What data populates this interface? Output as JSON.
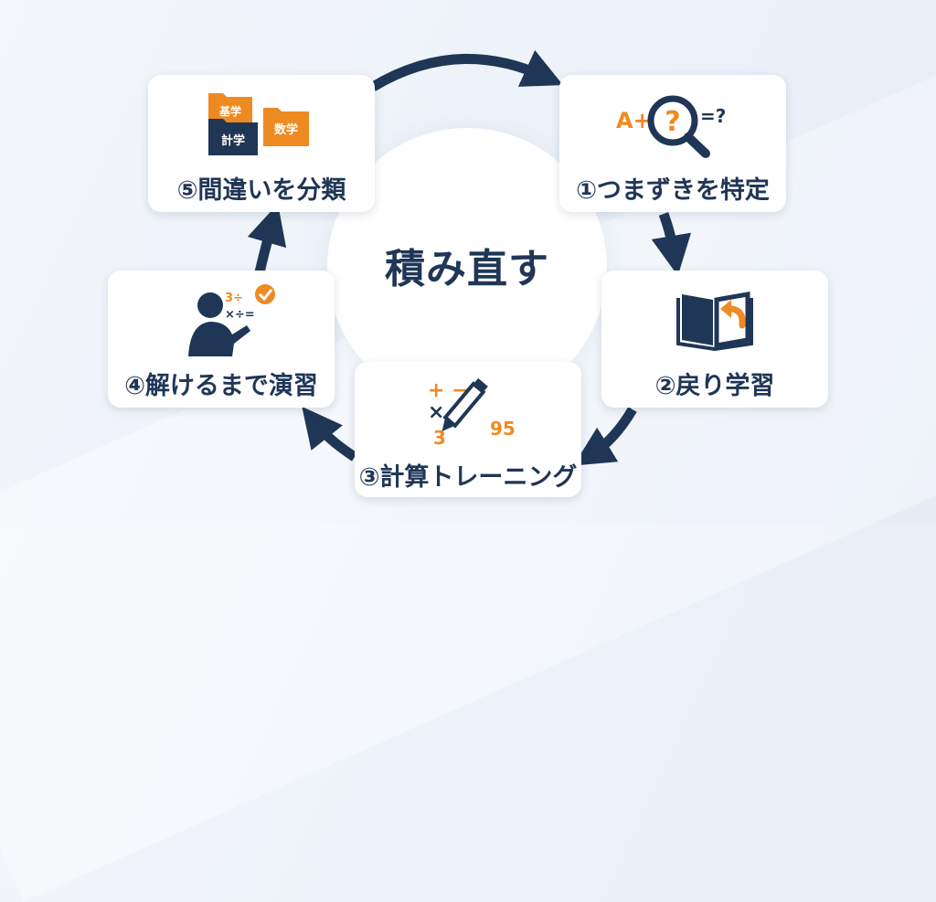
{
  "center": {
    "label": "積み直す"
  },
  "steps": [
    {
      "label": "①つまずきを特定",
      "icon": "magnifier-question-icon",
      "icon_text": {
        "left": "A+",
        "middle": "?",
        "right": "=?"
      }
    },
    {
      "label": "②戻り学習",
      "icon": "book-return-icon"
    },
    {
      "label": "③計算トレーニング",
      "icon": "math-pencil-icon",
      "icon_text": {
        "ops": "+ −",
        "ops2": "× ÷",
        "n1": "3",
        "n2": "95"
      }
    },
    {
      "label": "④解けるまで演習",
      "icon": "student-practice-icon",
      "icon_text": {
        "r1": "3÷",
        "r2": "×÷="
      }
    },
    {
      "label": "⑤間違いを分類",
      "icon": "folders-icon",
      "folders": [
        "基学",
        "計学",
        "数学"
      ]
    }
  ],
  "colors": {
    "navy": "#1f3656",
    "orange": "#ee8a22",
    "card": "#ffffff"
  }
}
